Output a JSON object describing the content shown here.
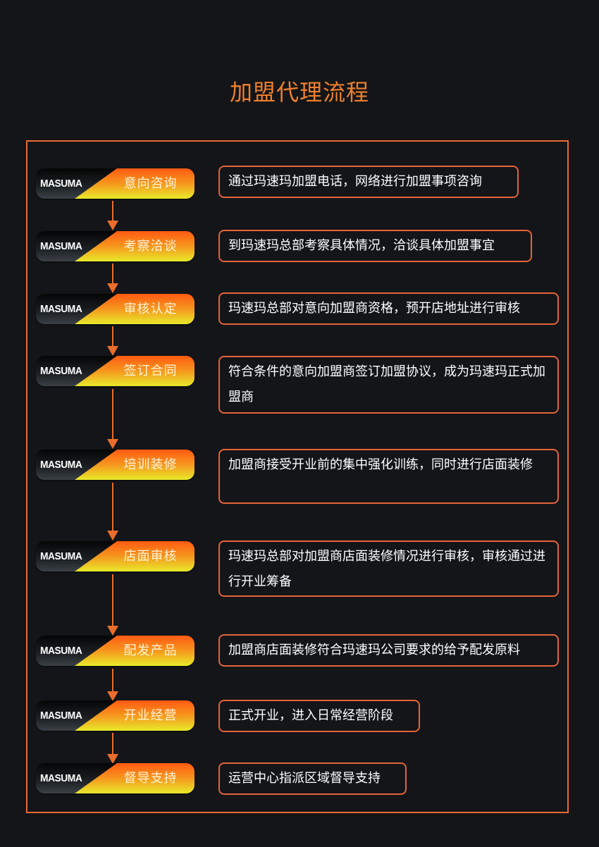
{
  "title": "加盟代理流程",
  "brand": "MASUMA",
  "colors": {
    "background": "#131518",
    "accent": "#ee7f2d",
    "frame": "#e96a34",
    "pill_gradient_top": "#ff5a12",
    "pill_gradient_bottom": "#e8ea2a"
  },
  "steps": [
    {
      "label": "意向咨询",
      "description": "通过玛速玛加盟电话，网络进行加盟事项咨询"
    },
    {
      "label": "考察洽谈",
      "description": "到玛速玛总部考察具体情况，洽谈具体加盟事宜"
    },
    {
      "label": "审核认定",
      "description": "玛速玛总部对意向加盟商资格，预开店地址进行审核"
    },
    {
      "label": "签订合同",
      "description": "符合条件的意向加盟商签订加盟协议，成为玛速玛正式加盟商"
    },
    {
      "label": "培训装修",
      "description": "加盟商接受开业前的集中强化训练，同时进行店面装修"
    },
    {
      "label": "店面审核",
      "description": "玛速玛总部对加盟商店面装修情况进行审核，审核通过进行开业筹备"
    },
    {
      "label": "配发产品",
      "description": "加盟商店面装修符合玛速玛公司要求的给予配发原料"
    },
    {
      "label": "开业经营",
      "description": "正式开业，进入日常经营阶段"
    },
    {
      "label": "督导支持",
      "description": "运营中心指派区域督导支持"
    }
  ]
}
